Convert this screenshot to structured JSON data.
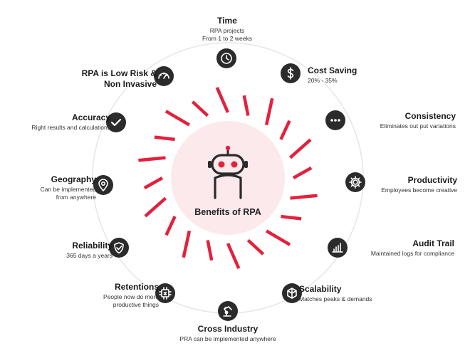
{
  "center": {
    "title": "Benefits of RPA"
  },
  "colors": {
    "accent": "#e3213c",
    "node": "#2b2b2b",
    "center_fill": "#fbe9ec",
    "ring": "#e6e6e6"
  },
  "items": [
    {
      "id": "time",
      "title": "Time",
      "desc": "RPA projects\nFrom 1 to 2 weeks",
      "icon": "clock-icon"
    },
    {
      "id": "cost",
      "title": "Cost Saving",
      "desc": "20% - 35%",
      "icon": "dollar-icon"
    },
    {
      "id": "consistency",
      "title": "Consistency",
      "desc": "Eliminates out put variations",
      "icon": "dots-icon"
    },
    {
      "id": "productivity",
      "title": "Productivity",
      "desc": "Employees become creative",
      "icon": "gear-icon"
    },
    {
      "id": "audit",
      "title": "Audit Trail",
      "desc": "Maintained logs for compliance",
      "icon": "bar-chart-icon"
    },
    {
      "id": "scalability",
      "title": "Scalability",
      "desc": "Matches peaks & demands",
      "icon": "cube-icon"
    },
    {
      "id": "cross",
      "title": "Cross Industry",
      "desc": "PRA can be implemented anywhere",
      "icon": "robot-arm-icon"
    },
    {
      "id": "retentions",
      "title": "Retentions",
      "desc": "People now do more\nproductive things",
      "icon": "chip-icon"
    },
    {
      "id": "reliability",
      "title": "Reliability",
      "desc": "365 days a years",
      "icon": "shield-check-icon"
    },
    {
      "id": "geography",
      "title": "Geography",
      "desc": "Can be implemented\nfrom anywhere",
      "icon": "location-pin-icon"
    },
    {
      "id": "accuracy",
      "title": "Accuracy",
      "desc": "Right results and calculations",
      "icon": "check-icon"
    },
    {
      "id": "risk",
      "title": "RPA is Low Risk &\nNon Invasive",
      "desc": "",
      "icon": "gauge-icon"
    }
  ]
}
